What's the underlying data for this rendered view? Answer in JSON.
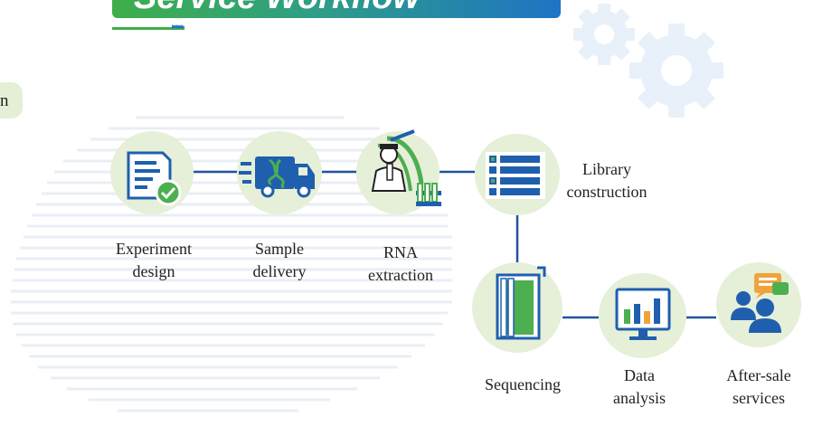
{
  "header": {
    "title": "Service Workflow"
  },
  "side_label": "n",
  "steps": [
    {
      "line1": "Experiment",
      "line2": "design",
      "icon": "document-check-icon"
    },
    {
      "line1": "Sample",
      "line2": "delivery",
      "icon": "delivery-truck-icon"
    },
    {
      "line1": "RNA",
      "line2": "extraction",
      "icon": "scientist-test-tubes-icon"
    },
    {
      "line1": "Library",
      "line2": "construction",
      "icon": "checklist-icon"
    },
    {
      "line1": "Sequencing",
      "line2": "",
      "icon": "sequencer-icon"
    },
    {
      "line1": "Data",
      "line2": "analysis",
      "icon": "bar-chart-monitor-icon"
    },
    {
      "line1": "After-sale",
      "line2": "services",
      "icon": "support-chat-icon"
    }
  ],
  "colors": {
    "node_fill": "#e6efd8",
    "connector": "#22539b",
    "brand_blue": "#1f5fae",
    "brand_green": "#4caf50",
    "gear": "#e8f1f9"
  }
}
